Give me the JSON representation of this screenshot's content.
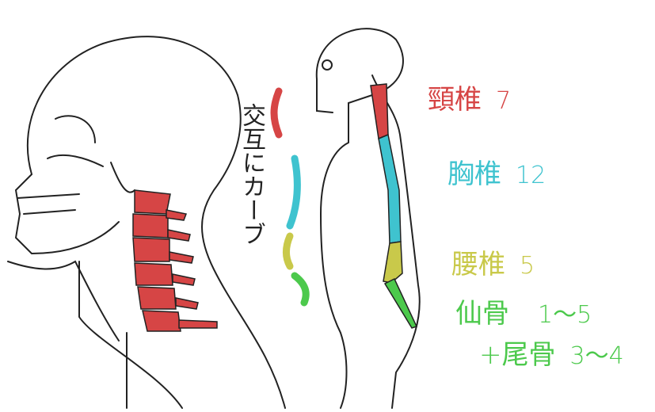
{
  "colors": {
    "cervical": "#d64545",
    "thoracic": "#3fc3cf",
    "lumbar": "#c9c94a",
    "sacral": "#4cc94c",
    "ink": "#222222"
  },
  "annotation": "交互にカーブ",
  "labels": [
    {
      "name": "頸椎",
      "count": "7",
      "color": "#d64545"
    },
    {
      "name": "胸椎",
      "count": "12",
      "color": "#3fc3cf"
    },
    {
      "name": "腰椎",
      "count": "5",
      "color": "#c9c94a"
    },
    {
      "name": "仙骨",
      "count": "1〜5",
      "color": "#4cc94c"
    },
    {
      "name": "+尾骨",
      "count": "3〜4",
      "color": "#4cc94c"
    }
  ]
}
